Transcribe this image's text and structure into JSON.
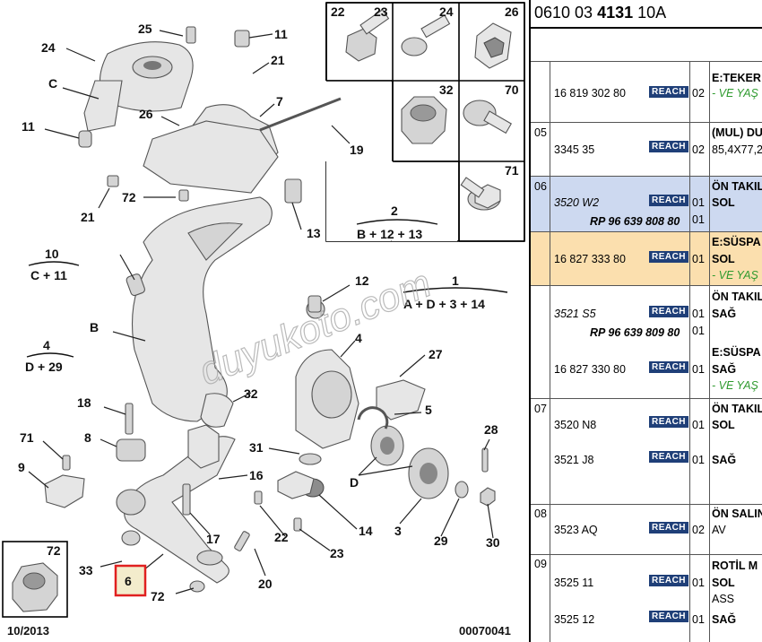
{
  "diagram": {
    "callouts": [
      "25",
      "11",
      "24",
      "21",
      "C",
      "7",
      "26",
      "11",
      "19",
      "72",
      "21",
      "13",
      "B",
      "12",
      "4",
      "27",
      "32",
      "5",
      "18",
      "8",
      "71",
      "31",
      "28",
      "9",
      "16",
      "D",
      "14",
      "3",
      "29",
      "30",
      "17",
      "22",
      "23",
      "6",
      "33",
      "72",
      "20"
    ],
    "formulas": [
      {
        "num": "2",
        "den": "B + 12 + 13"
      },
      {
        "num": "10",
        "den": "C + 11"
      },
      {
        "num": "1",
        "den": "A + D + 3 + 14"
      },
      {
        "num": "4",
        "den": "D + 29"
      }
    ],
    "inset_boxes": [
      "22",
      "23",
      "24",
      "26",
      "32",
      "70",
      "71"
    ],
    "inset_left_label": "72",
    "date_code": "10/2013",
    "figure_code": "00070041",
    "highlight_label": "6",
    "watermark": "duyukoto.com"
  },
  "table": {
    "reference": {
      "pre": "0610 03 ",
      "bold": "4131",
      "post": " 10A"
    },
    "badge": "REACH",
    "rows": [
      {
        "group": "",
        "ref": "16 819 302 80",
        "qty": "02",
        "desc": "E:TEKER",
        "note": "- VE YAŞ"
      },
      {
        "group": "05",
        "ref": "3345 35",
        "qty": "02",
        "desc": "(MUL) DU",
        "note": "85,4X77,2"
      },
      {
        "group": "06",
        "ref": "3520 W2",
        "sub": "RP 96 639 808 80",
        "qty": "01",
        "qty2": "01",
        "desc": "ÖN TAKIL",
        "side": "SOL"
      },
      {
        "group": "",
        "ref": "16 827 333 80",
        "qty": "01",
        "desc": "E:SÜSPA",
        "side": "SOL",
        "note": "- VE YAŞ"
      },
      {
        "group": "",
        "ref": "3521 S5",
        "sub": "RP 96 639 809 80",
        "qty": "01",
        "qty2": "01",
        "desc": "ÖN TAKIL",
        "side": "SAĞ"
      },
      {
        "group": "",
        "ref": "16 827 330 80",
        "qty": "01",
        "desc": "E:SÜSPA",
        "side": "SAĞ",
        "note": "- VE YAŞ"
      },
      {
        "group": "07",
        "ref": "3520 N8",
        "qty": "01",
        "desc": "ÖN TAKIL",
        "side": "SOL"
      },
      {
        "group": "",
        "ref": "3521 J8",
        "qty": "01",
        "side": "SAĞ"
      },
      {
        "group": "08",
        "ref": "3523 AQ",
        "qty": "02",
        "desc": "ÖN SALIN",
        "side": "AV"
      },
      {
        "group": "09",
        "ref": "3525 11",
        "qty": "01",
        "desc": "ROTİL M",
        "side": "SOL",
        "extra": "ASS"
      },
      {
        "group": "",
        "ref": "3525 12",
        "qty": "01",
        "side": "SAĞ"
      }
    ]
  },
  "colors": {
    "reach_badge": "#1f3f78",
    "row_blue": "#cdd9f0",
    "row_orange": "#fbdfae",
    "highlight_box": "#e02020",
    "green_note": "#2e9a2e"
  }
}
